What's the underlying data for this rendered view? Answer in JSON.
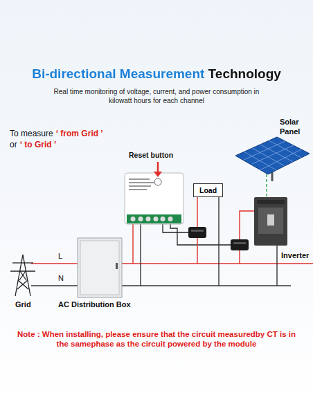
{
  "diagram": {
    "title": "Bi-directional Measurement Technology",
    "nodes": [
      {
        "text": [
          "Load"
        ]
      }
    ],
    "labels": [
      "Real time monitoring of voltage, current, and power consumption in kilowatt hours for each channel",
      "To measure",
      "‘ from Grid ’",
      "or",
      "‘ to Grid ’",
      "Reset button",
      "Solar Panel",
      "Inverter",
      "L",
      "N",
      "Grid",
      "AC Distribution Box",
      "Note : When installing, please ensure that the circuit measuredby CT is in the samephase as the circuit powered by the module"
    ]
  }
}
